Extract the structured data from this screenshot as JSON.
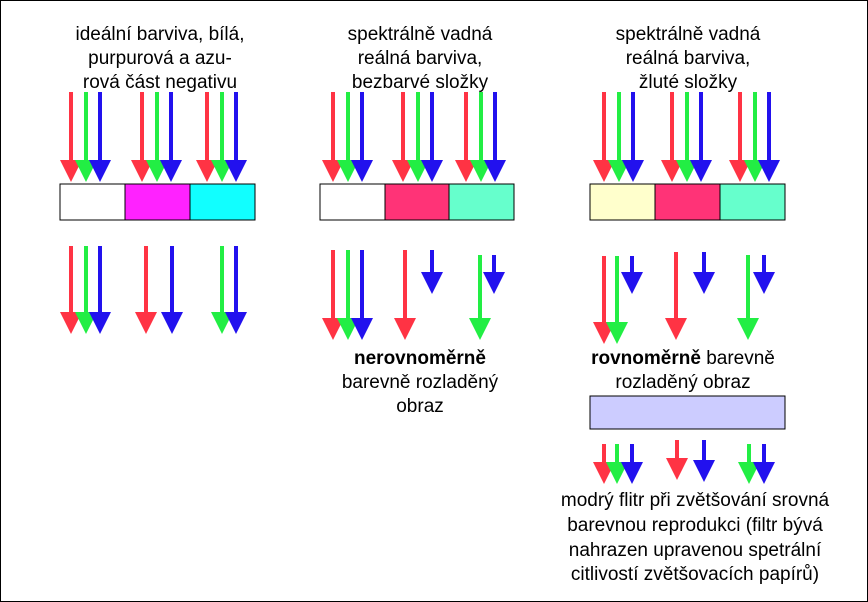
{
  "colors": {
    "red": "#ff3344",
    "green": "#22ee44",
    "blue": "#2211ee",
    "white": "#ffffff",
    "magenta": "#ff22ff",
    "cyan": "#11ffff",
    "crimson": "#ff3377",
    "mint": "#66ffcc",
    "pale_yellow": "#ffffcc",
    "lavender": "#ccccff"
  },
  "col1": {
    "caption": [
      "ideální barviva, bílá,",
      "purpurová a azu-",
      "rová část negativu"
    ]
  },
  "col2": {
    "caption": [
      "spektrálně vadná",
      "reálná barviva,",
      "bezbarvé složky"
    ],
    "result_bold": "nerovnoměrně",
    "result_lines": [
      "barevně rozladěný",
      "obraz"
    ]
  },
  "col3": {
    "caption": [
      "spektrálně vadná",
      "reálná barviva,",
      "žluté složky"
    ],
    "result_bold": "rovnoměrně",
    "result_rest": " barevně",
    "result_line2": "rozladěný obraz",
    "filter_note": [
      "modrý flitr při zvětšování srovná",
      "barevnou reprodukci (filtr bývá",
      "nahrazen upravenou spetrální",
      "citlivostí zvětšovacích papírů)"
    ]
  }
}
